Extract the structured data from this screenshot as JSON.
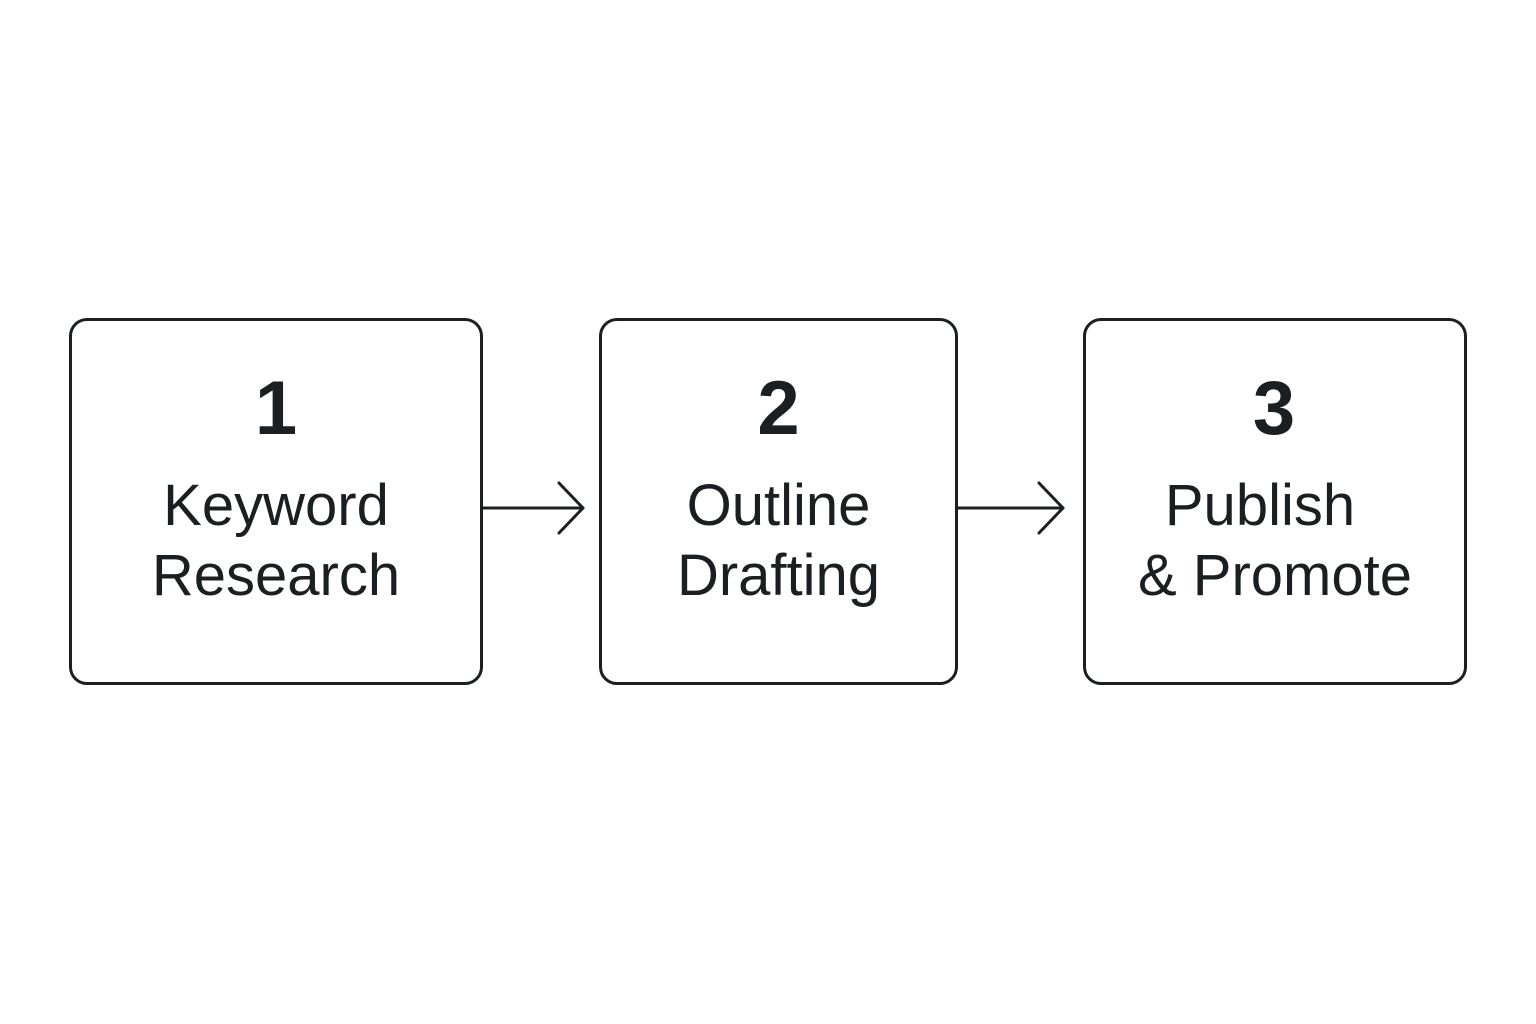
{
  "steps": [
    {
      "number": "1",
      "line1": "Keyword",
      "line2": "Research"
    },
    {
      "number": "2",
      "line1": "Outline",
      "line2": "Drafting"
    },
    {
      "number": "3",
      "line1": "Publish",
      "line2": "& Promote"
    }
  ],
  "colors": {
    "stroke": "#1c1f22",
    "background": "#ffffff"
  },
  "icons": [
    "right-arrow-icon",
    "right-arrow-icon"
  ]
}
